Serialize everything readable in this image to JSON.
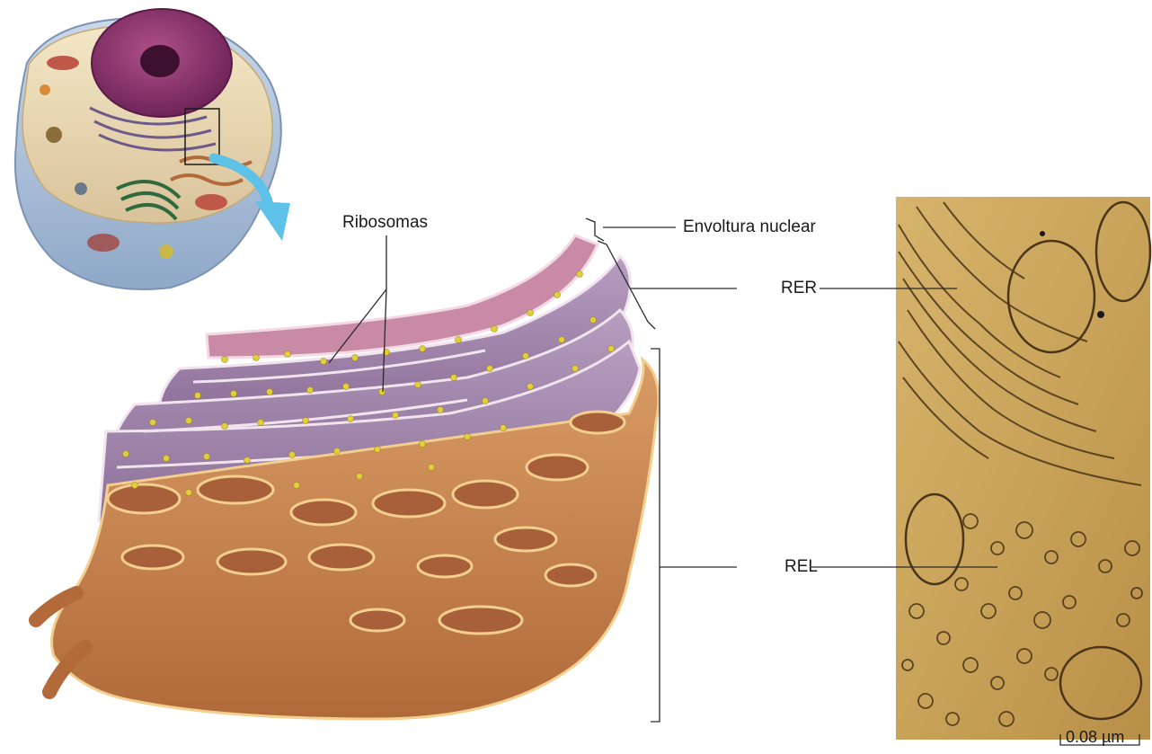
{
  "labels": {
    "ribosomes": "Ribosomas",
    "nuclear_envelope": "Envoltura nuclear",
    "rer": "RER",
    "rel": "REL",
    "scale_bar": "0.08 µm"
  },
  "colors": {
    "background": "#ffffff",
    "smooth_er": "#c9844e",
    "smooth_er_rim": "#f2cf8e",
    "rough_er": "#9c7fa3",
    "rough_er_rim": "#efe1ec",
    "nuclear_envelope": "#c98aa6",
    "ribosome": "#e3cf3a",
    "micrograph": "#c9a45c",
    "arrow": "#5ec1e8",
    "leader_line": "#2a2a2a"
  },
  "icons": [
    "cell-illustration",
    "zoom-arrow-icon",
    "er-illustration",
    "electron-micrograph"
  ]
}
